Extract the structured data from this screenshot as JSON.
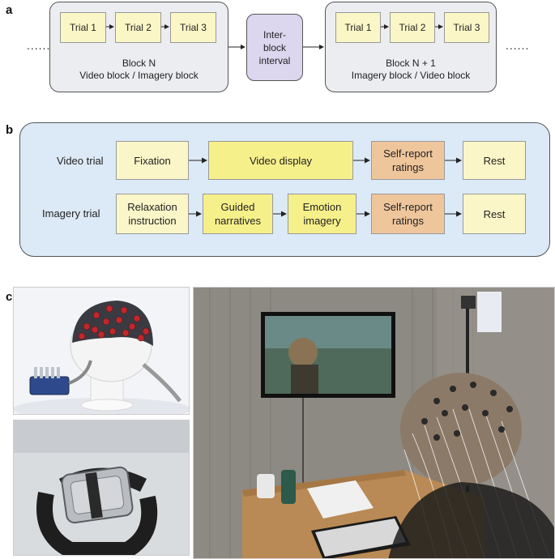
{
  "panels": {
    "a": "a",
    "b": "b",
    "c": "c"
  },
  "panel_a": {
    "ellipsis": "......",
    "block_n": {
      "trials": [
        "Trial 1",
        "Trial 2",
        "Trial 3"
      ],
      "title": "Block N",
      "subtitle": "Video block / Imagery block"
    },
    "inter_block": [
      "Inter-",
      "block",
      "interval"
    ],
    "block_n1": {
      "trials": [
        "Trial 1",
        "Trial 2",
        "Trial 3"
      ],
      "title": "Block N + 1",
      "subtitle": "Imagery block / Video block"
    }
  },
  "panel_b": {
    "video_trial": {
      "label": "Video trial",
      "steps": [
        {
          "lines": [
            "Fixation"
          ]
        },
        {
          "lines": [
            "Video display"
          ]
        },
        {
          "lines": [
            "Self-report",
            "ratings"
          ]
        },
        {
          "lines": [
            "Rest"
          ]
        }
      ]
    },
    "imagery_trial": {
      "label": "Imagery trial",
      "steps": [
        {
          "lines": [
            "Relaxation",
            "instruction"
          ]
        },
        {
          "lines": [
            "Guided",
            "narratives"
          ]
        },
        {
          "lines": [
            "Emotion",
            "imagery"
          ]
        },
        {
          "lines": [
            "Self-report",
            "ratings"
          ]
        },
        {
          "lines": [
            "Rest"
          ]
        }
      ]
    }
  },
  "colors": {
    "block_bg": "#ebedf0",
    "trial_bg": "#fbf6c6",
    "ibi_bg": "#dcd6ee",
    "panel_b_bg": "#dce9f6",
    "step_light": "#fbf6c8",
    "step_yellow": "#f6f08a",
    "step_orange": "#efc69c"
  },
  "icons": {
    "photo1": "eeg-cap-photo",
    "photo2": "wristband-photo",
    "photo3": "experiment-room-photo"
  }
}
